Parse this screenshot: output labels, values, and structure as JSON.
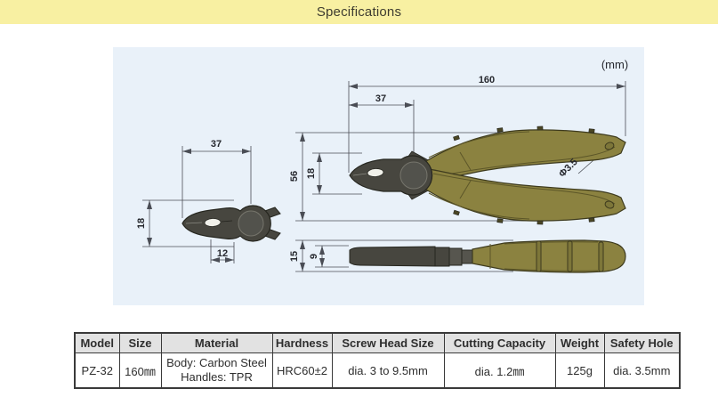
{
  "header": {
    "title": "Specifications"
  },
  "drawing": {
    "unit": "(mm)",
    "dims": {
      "overall_length": "160",
      "side_jaw_length": "37",
      "open_height": "56",
      "head_height": "18",
      "safety_hole": "Φ3.5",
      "top_jaw_length": "37",
      "top_head_width": "18",
      "tip_serration_length": "12",
      "handle_thickness": "15",
      "jaw_thickness": "9"
    },
    "colors": {
      "panel_bg": "#E9F1F9",
      "metal_gray": "#47463F",
      "handle_olive": "#8B8240",
      "dimension_line": "#4A4D55"
    }
  },
  "table": {
    "columns": [
      "Model",
      "Size",
      "Material",
      "Hardness",
      "Screw Head Size",
      "Cutting Capacity",
      "Weight",
      "Safety Hole"
    ],
    "row": {
      "model": "PZ-32",
      "size": "160㎜",
      "material_line1": "Body: Carbon Steel",
      "material_line2": "Handles: TPR",
      "hardness": "HRC60±2",
      "screw_head_size": "dia. 3 to 9.5mm",
      "cutting_capacity": "dia. 1.2㎜",
      "weight": "125g",
      "safety_hole": "dia. 3.5mm"
    }
  },
  "theme": {
    "banner_bg": "#F8F0A2",
    "banner_text": "#3E3C30"
  }
}
